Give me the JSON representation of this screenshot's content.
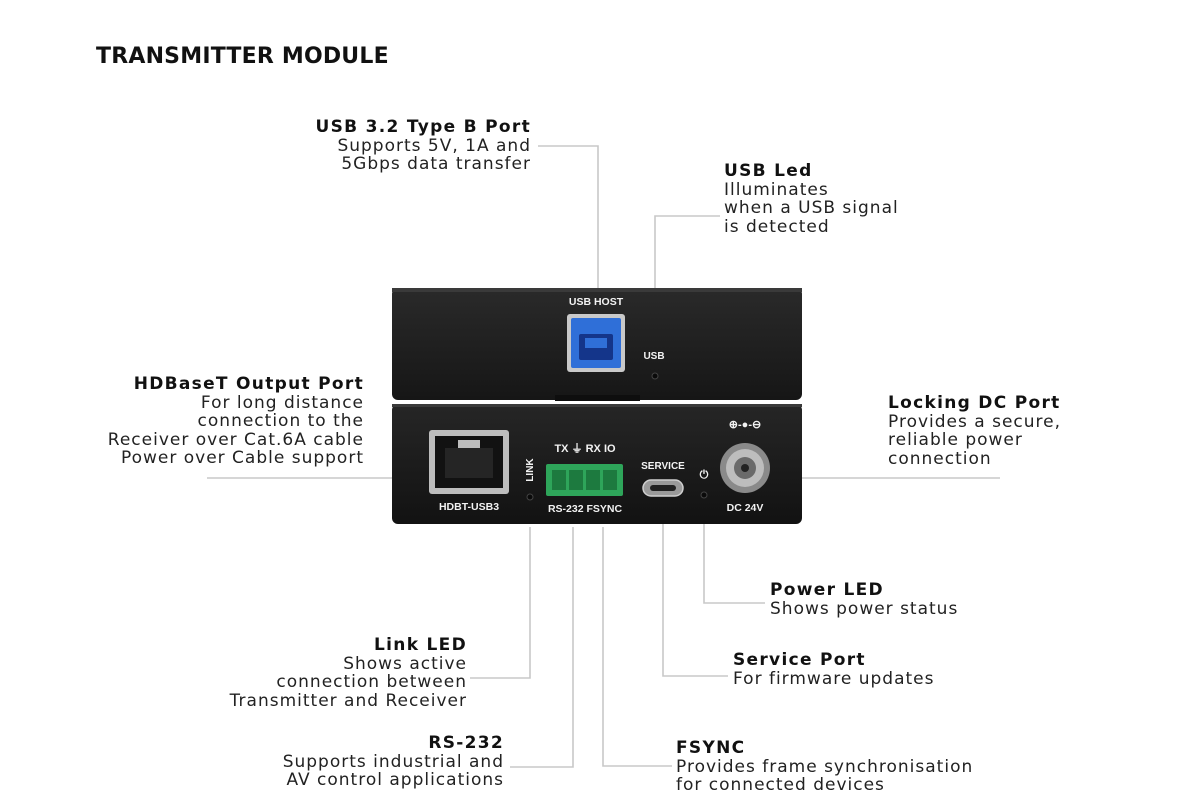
{
  "title": "TRANSMITTER MODULE",
  "device": {
    "usb_host_label": "USB HOST",
    "usb_led_label": "USB",
    "hdbt_label": "HDBT-USB3",
    "link_label": "LINK",
    "serial_pins_label": "TX ⏚ RX IO",
    "serial_label": "RS-232 FSYNC",
    "service_label": "SERVICE",
    "power_symbol": "⏻",
    "dc_polarity_label": "⊕-●-⊖",
    "dc_label": "DC 24V"
  },
  "callouts": {
    "usb_port": {
      "title": "USB 3.2 Type B Port",
      "lines": [
        "Supports 5V, 1A and",
        "5Gbps data transfer"
      ]
    },
    "usb_led": {
      "title": "USB Led",
      "lines": [
        "Illuminates",
        "when a USB signal",
        "is detected"
      ]
    },
    "hdbaset": {
      "title": "HDBaseT Output Port",
      "lines": [
        "For long distance",
        "connection to the",
        "Receiver over Cat.6A cable",
        "Power over Cable support"
      ]
    },
    "dc_port": {
      "title": "Locking DC Port",
      "lines": [
        "Provides a secure,",
        "reliable power",
        "connection"
      ]
    },
    "power_led": {
      "title": "Power LED",
      "lines": [
        "Shows power status"
      ]
    },
    "link_led": {
      "title": "Link LED",
      "lines": [
        "Shows active",
        "connection between",
        "Transmitter and Receiver"
      ]
    },
    "service_port": {
      "title": "Service Port",
      "lines": [
        "For firmware updates"
      ]
    },
    "rs232": {
      "title": "RS-232",
      "lines": [
        "Supports industrial and",
        "AV control applications"
      ]
    },
    "fsync": {
      "title": "FSYNC",
      "lines": [
        "Provides frame synchronisation",
        "for connected devices"
      ]
    }
  },
  "colors": {
    "device_body": "#1c1c1c",
    "usb_port": "#2f6fd8",
    "terminal_block": "#2ea55a",
    "leader_line": "#c8c8c8"
  }
}
